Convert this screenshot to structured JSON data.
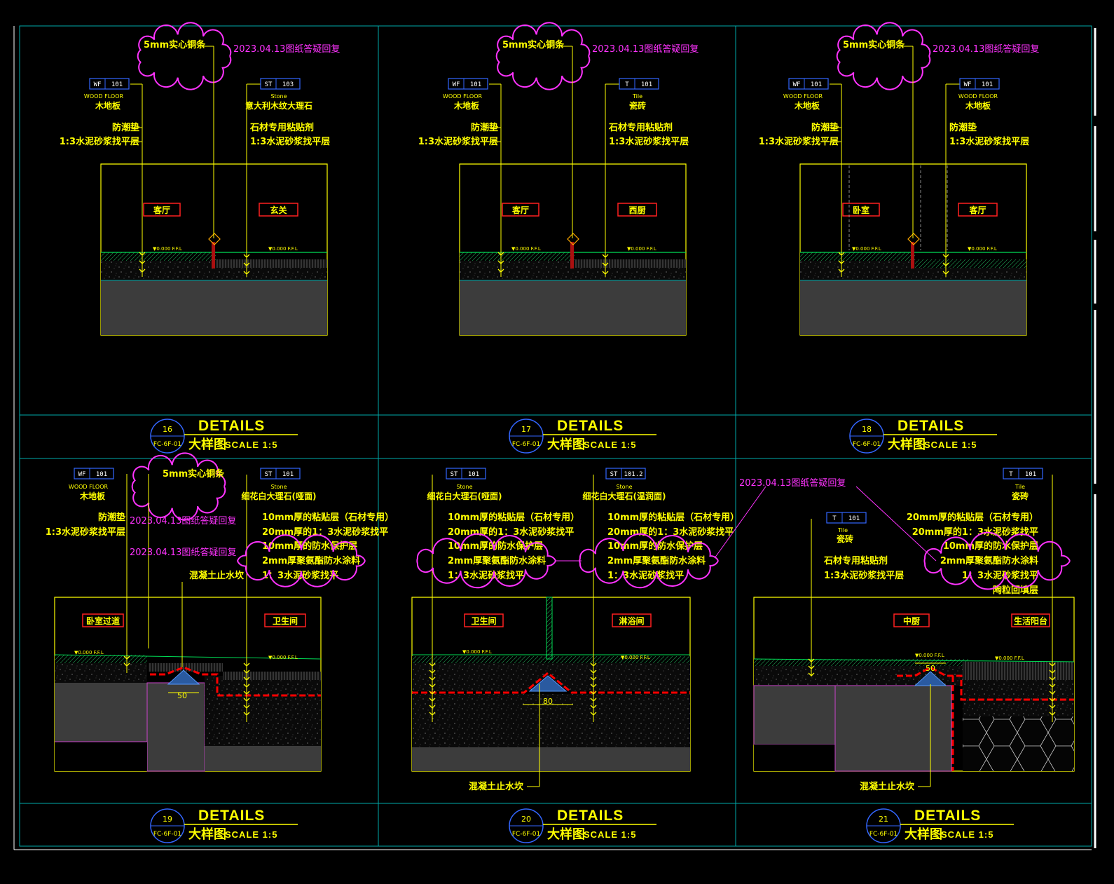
{
  "colors": {
    "background": "#000000",
    "frame": "#00aaaa",
    "label": "#ffff00",
    "revision": "#ff33ff",
    "room_tag": "#ff2020",
    "tag_box": "#3366ff",
    "concrete": "#3c3c3c",
    "waterproof": "#ff0000",
    "finish": "#00dd55"
  },
  "common": {
    "revision_note": "2023.04.13图纸答疑回复",
    "copper_strip": "5mm实心铜条",
    "details_word": "DETAILS",
    "details_cn": "大样图",
    "scale": "SCALE  1:5",
    "bubble_ref": "FC-6F-01",
    "ff_mark": "▼0.000 F.F.L",
    "curb_label": "混凝土止水坎"
  },
  "details": [
    {
      "no": "16",
      "left": {
        "tag_code": "WF",
        "tag_num": "101",
        "en": "WOOD FLOOR",
        "cn": "木地板",
        "layers": [
          "防潮垫",
          "1:3水泥砂浆找平层"
        ],
        "room": "客厅"
      },
      "right": {
        "tag_code": "ST",
        "tag_num": "103",
        "en": "Stone",
        "cn": "意大利木纹大理石",
        "layers": [
          "石材专用粘贴剂",
          "1:3水泥砂浆找平层"
        ],
        "room": "玄关"
      }
    },
    {
      "no": "17",
      "left": {
        "tag_code": "WF",
        "tag_num": "101",
        "en": "WOOD FLOOR",
        "cn": "木地板",
        "layers": [
          "防潮垫",
          "1:3水泥砂浆找平层"
        ],
        "room": "客厅"
      },
      "right": {
        "tag_code": "T",
        "tag_num": "101",
        "en": "Tile",
        "cn": "瓷砖",
        "layers": [
          "石材专用粘贴剂",
          "1:3水泥砂浆找平层"
        ],
        "room": "西厨"
      }
    },
    {
      "no": "18",
      "left": {
        "tag_code": "WF",
        "tag_num": "101",
        "en": "WOOD FLOOR",
        "cn": "木地板",
        "layers": [
          "防潮垫",
          "1:3水泥砂浆找平层"
        ],
        "room": "卧室"
      },
      "right": {
        "tag_code": "WF",
        "tag_num": "101",
        "en": "WOOD FLOOR",
        "cn": "木地板",
        "layers": [
          "防潮垫",
          "1:3水泥砂浆找平层"
        ],
        "room": "客厅"
      }
    },
    {
      "no": "19",
      "left": {
        "tag_code": "WF",
        "tag_num": "101",
        "en": "WOOD FLOOR",
        "cn": "木地板",
        "layers": [
          "防潮垫",
          "1:3水泥砂浆找平层"
        ],
        "room": "卧室过道"
      },
      "right": {
        "tag_code": "ST",
        "tag_num": "101",
        "en": "Stone",
        "cn": "细花白大理石(哑面)",
        "layers": [
          "10mm厚的粘贴层（石材专用）",
          "20mm厚的1：3水泥砂浆找平",
          "10mm厚的防水保护层",
          "2mm厚聚氨酯防水涂料",
          "1：3水泥砂浆找平"
        ],
        "room": "卫生间"
      },
      "curb_label": "混凝土止水坎",
      "dim": "50"
    },
    {
      "no": "20",
      "left": {
        "tag_code": "ST",
        "tag_num": "101",
        "en": "Stone",
        "cn": "细花白大理石(哑面)",
        "layers": [
          "10mm厚的粘贴层（石材专用）",
          "20mm厚的1：3水泥砂浆找平",
          "10mm厚的防水保护层",
          "2mm厚聚氨酯防水涂料",
          "1：3水泥砂浆找平"
        ],
        "room": "卫生间"
      },
      "right": {
        "tag_code": "ST",
        "tag_num": "101.2",
        "en": "Stone",
        "cn": "细花白大理石(温润面)",
        "layers": [
          "10mm厚的粘贴层（石材专用）",
          "20mm厚的1：3水泥砂浆找平",
          "10mm厚的防水保护层",
          "2mm厚聚氨酯防水涂料",
          "1：3水泥砂浆找平"
        ],
        "room": "淋浴间"
      },
      "dim": "80"
    },
    {
      "no": "21",
      "left": {
        "tag_code": "T",
        "tag_num": "101",
        "en": "Tile",
        "cn": "瓷砖",
        "layers": [
          "石材专用粘贴剂",
          "1:3水泥砂浆找平层"
        ],
        "room": "中厨"
      },
      "right": {
        "tag_code": "T",
        "tag_num": "101",
        "en": "Tile",
        "cn": "瓷砖",
        "layers": [
          "20mm厚的粘贴层（石材专用）",
          "20mm厚的1：3水泥砂浆找平",
          "10mm厚的防水保护层",
          "2mm厚聚氨酯防水涂料",
          "1：3水泥砂浆找平",
          "陶粒回填层"
        ],
        "room": "生活阳台"
      },
      "dim": "50"
    }
  ]
}
